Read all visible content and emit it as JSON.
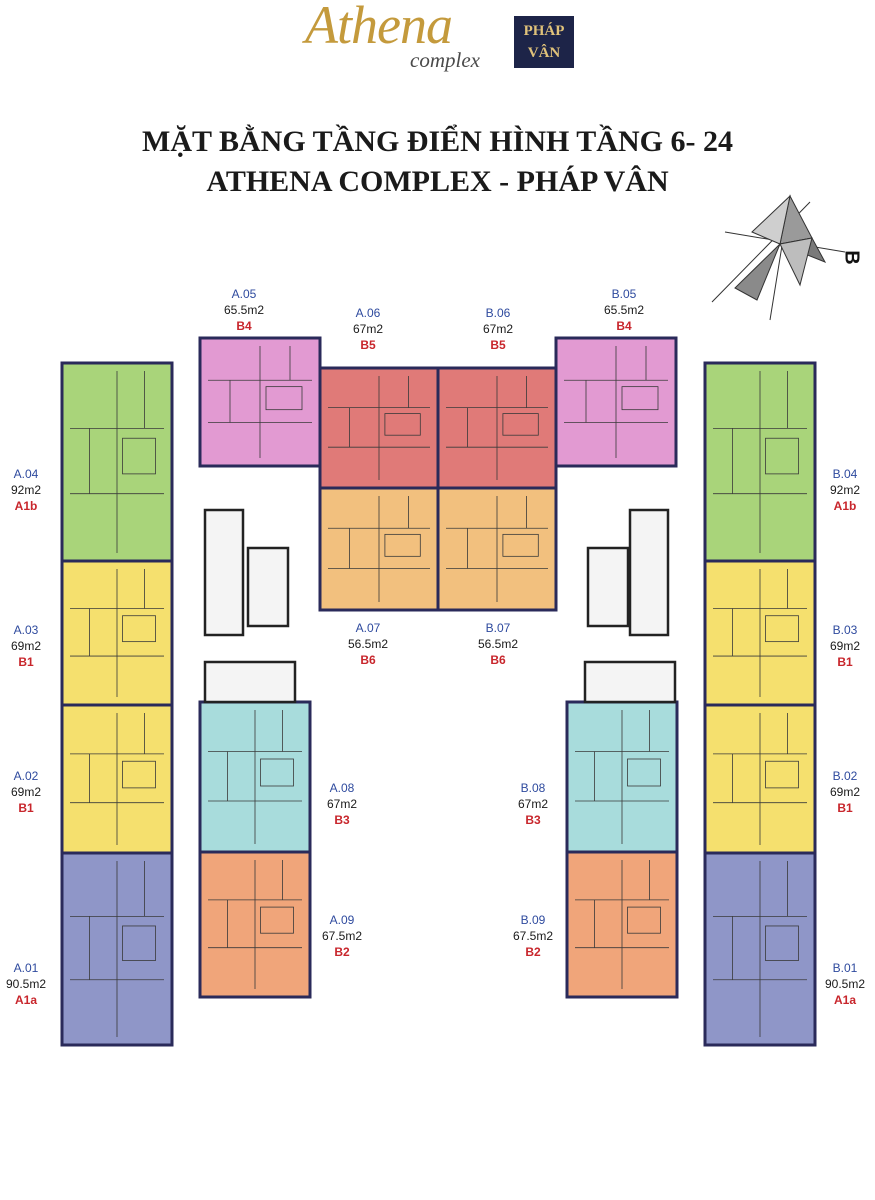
{
  "logo": {
    "script": "Athena",
    "sub": "complex",
    "badge_line1": "PHÁP",
    "badge_line2": "VÂN"
  },
  "title": {
    "line1": "MẶT BẰNG TẦNG ĐIỂN HÌNH TẦNG 6- 24",
    "line2": "ATHENA COMPLEX - PHÁP VÂN"
  },
  "compass": {
    "letter": "B"
  },
  "colors": {
    "A1a": "#8f96c8",
    "A1b": "#a9d47a",
    "B1": "#f5e06e",
    "B2": "#f0a57a",
    "B3": "#a8dcdc",
    "B4": "#e29ad2",
    "B5": "#e07a78",
    "B6": "#f2c07e",
    "border": "#2a2a5a"
  },
  "units": [
    {
      "id": "A.05",
      "area": "65.5m2",
      "type": "B4"
    },
    {
      "id": "A.06",
      "area": "67m2",
      "type": "B5"
    },
    {
      "id": "B.06",
      "area": "67m2",
      "type": "B5"
    },
    {
      "id": "B.05",
      "area": "65.5m2",
      "type": "B4"
    },
    {
      "id": "A.04",
      "area": "92m2",
      "type": "A1b"
    },
    {
      "id": "B.04",
      "area": "92m2",
      "type": "A1b"
    },
    {
      "id": "A.03",
      "area": "69m2",
      "type": "B1"
    },
    {
      "id": "B.03",
      "area": "69m2",
      "type": "B1"
    },
    {
      "id": "A.07",
      "area": "56.5m2",
      "type": "B6"
    },
    {
      "id": "B.07",
      "area": "56.5m2",
      "type": "B6"
    },
    {
      "id": "A.02",
      "area": "69m2",
      "type": "B1"
    },
    {
      "id": "B.02",
      "area": "69m2",
      "type": "B1"
    },
    {
      "id": "A.08",
      "area": "67m2",
      "type": "B3"
    },
    {
      "id": "B.08",
      "area": "67m2",
      "type": "B3"
    },
    {
      "id": "A.09",
      "area": "67.5m2",
      "type": "B2"
    },
    {
      "id": "B.09",
      "area": "67.5m2",
      "type": "B2"
    },
    {
      "id": "A.01",
      "area": "90.5m2",
      "type": "A1a"
    },
    {
      "id": "B.01",
      "area": "90.5m2",
      "type": "A1a"
    }
  ]
}
